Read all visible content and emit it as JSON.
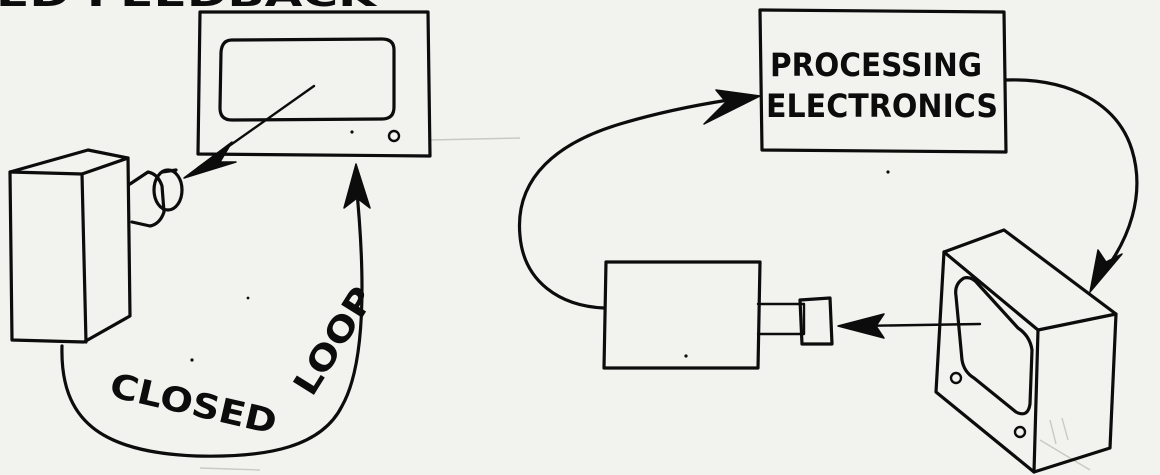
{
  "header": {
    "fragment": "ED FEEDBACK"
  },
  "left_diagram": {
    "loop_word_1": "CLOSED",
    "loop_word_2": "LOOP"
  },
  "right_diagram": {
    "processor_line_1": "PROCESSING",
    "processor_line_2": "ELECTRONICS"
  }
}
